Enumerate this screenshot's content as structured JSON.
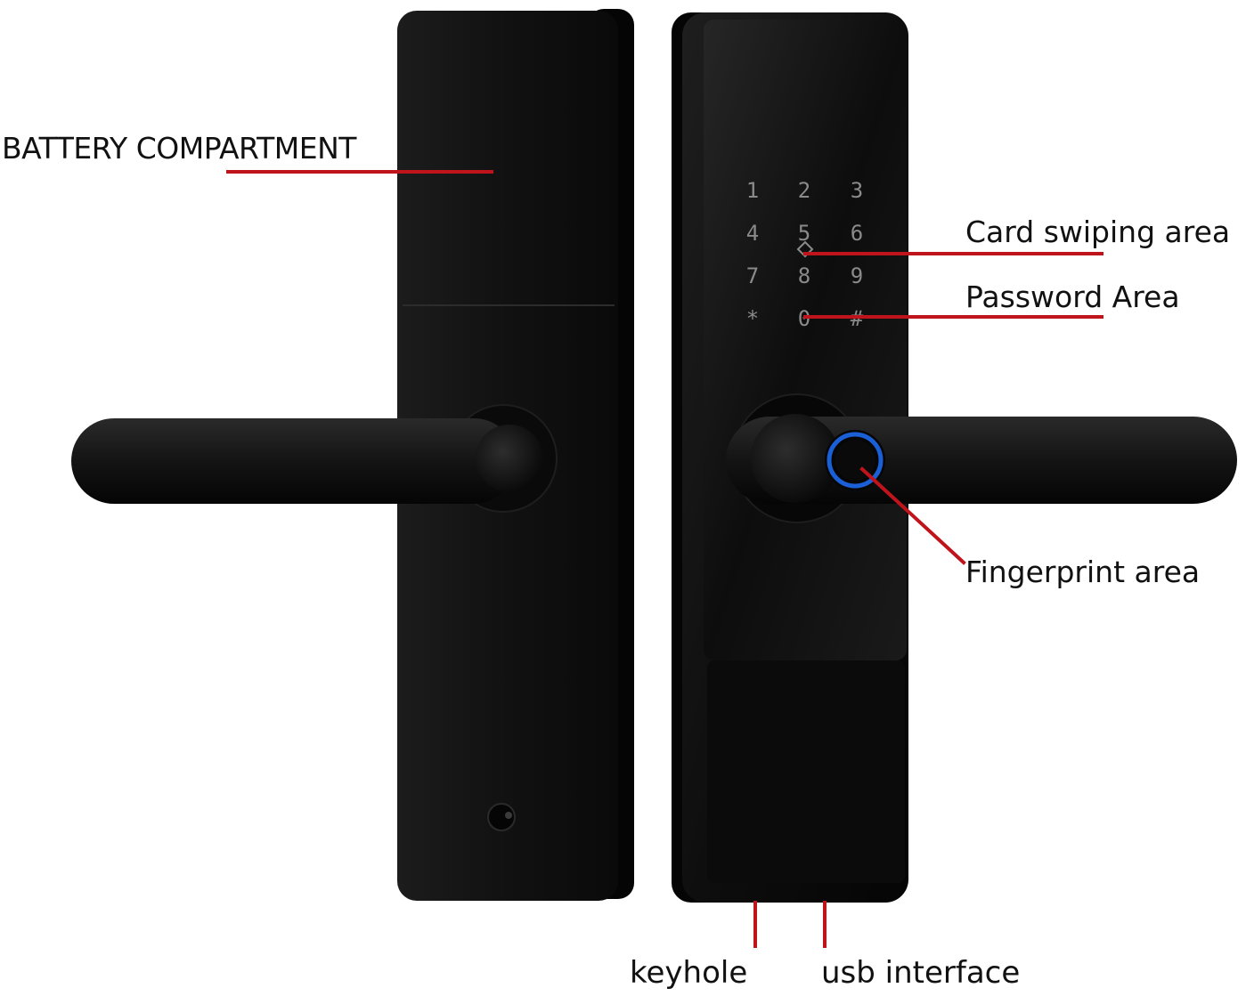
{
  "labels": {
    "battery_compartment": "BATTERY COMPARTMENT",
    "card_swiping_area": "Card swiping area",
    "password_area": "Password Area",
    "fingerprint_area": "Fingerprint area",
    "keyhole": "keyhole",
    "usb_interface": "usb interface"
  },
  "keypad": {
    "keys": [
      "1",
      "2",
      "3",
      "4",
      "5",
      "6",
      "7",
      "8",
      "9",
      "*",
      "0",
      "#"
    ]
  },
  "colors": {
    "callout_line": "#c0141c",
    "lock_body": "#141414",
    "fingerprint_ring": "#1a5fd6",
    "keypad_digit": "#8a8a8a"
  }
}
